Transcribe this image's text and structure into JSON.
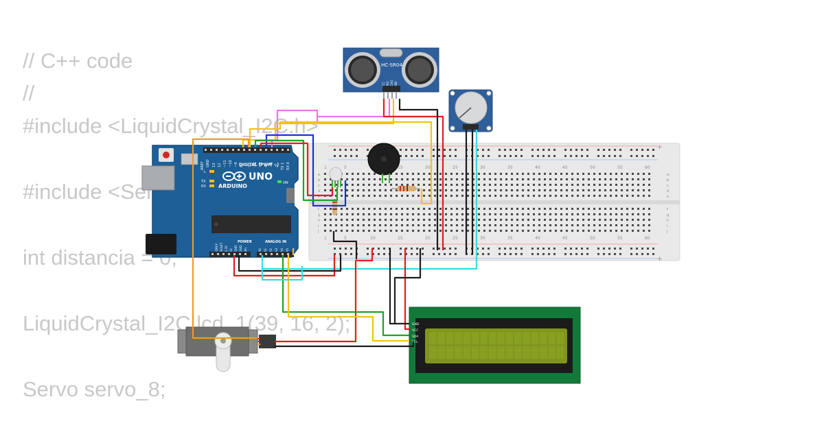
{
  "code_lines": [
    "// C++ code",
    "//",
    "#include <LiquidCrystal_I2C.h>",
    "",
    "#include <Servo.h>",
    "",
    "int distancia = 0;",
    "",
    "LiquidCrystal_I2C lcd_1(39, 16, 2);",
    "",
    "Servo servo_8;"
  ],
  "arduino": {
    "brand": "ARDUINO",
    "model": "UNO",
    "digital_label": "DIGITAL (PWM ~)",
    "power_label": "POWER",
    "analog_label": "ANALOG IN",
    "aref": "AREF",
    "gnd": "GND",
    "on_label": "ON",
    "led_l": "L",
    "led_tx": "TX",
    "led_rx": "RX",
    "digital_pins": [
      "13",
      "12",
      "~11",
      "~10",
      "~9",
      "8",
      "7",
      "~6",
      "~5",
      "4",
      "~3",
      "2",
      "TX 1",
      "RX 0"
    ],
    "power_pins": [
      "IOREF",
      "RESET",
      "3.3V",
      "5V",
      "GND",
      "GND",
      "Vin"
    ],
    "analog_pins": [
      "A0",
      "A1",
      "A2",
      "A3",
      "A4",
      "A5"
    ]
  },
  "ultrasonic": {
    "label": "HC-SR04",
    "pins": [
      "VCC",
      "TRIG",
      "ECHO",
      "GND"
    ]
  },
  "breadboard": {
    "column_numbers": [
      "1",
      "5",
      "10",
      "15",
      "20",
      "25",
      "30",
      "35",
      "40",
      "45",
      "50",
      "55",
      "60"
    ],
    "row_letters_top": [
      "a",
      "b",
      "c",
      "d",
      "e"
    ],
    "row_letters_bottom": [
      "f",
      "g",
      "h",
      "i",
      "j"
    ],
    "plus": "+",
    "minus": "-"
  },
  "lcd": {
    "pins": [
      "GND",
      "VCC",
      "SDA",
      "SCL"
    ]
  },
  "colors": {
    "arduino_board": "#1d5f96",
    "lcd_pcb": "#127a39",
    "lcd_screen": "#7f951d",
    "code_text": "#c8c8c8",
    "wire_red": "#e21b1b",
    "wire_black": "#1a1a1a",
    "wire_yellow": "#f3c218",
    "wire_orange": "#f39a1e",
    "wire_green": "#1fa02b",
    "wire_blue": "#1c2fd8",
    "wire_cyan": "#3ad9e8",
    "wire_pink": "#e57be8"
  }
}
